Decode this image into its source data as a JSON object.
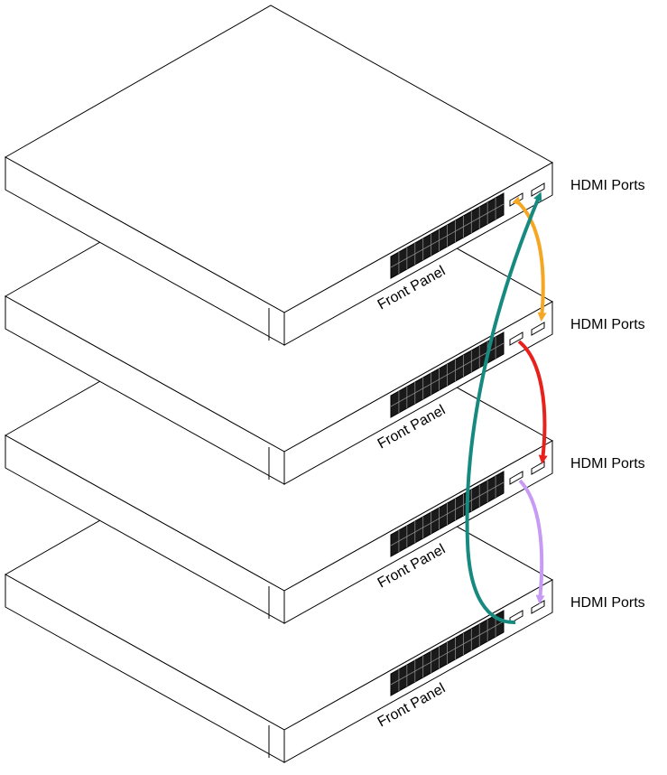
{
  "labels": {
    "hdmi_ports": "HDMI Ports",
    "front_panel": "Front Panel"
  },
  "switches": [
    {
      "hdmi_label": "HDMI Ports",
      "front_label": "Front Panel"
    },
    {
      "hdmi_label": "HDMI Ports",
      "front_label": "Front Panel"
    },
    {
      "hdmi_label": "HDMI Ports",
      "front_label": "Front Panel"
    },
    {
      "hdmi_label": "HDMI Ports",
      "front_label": "Front Panel"
    }
  ],
  "cables": [
    {
      "from": "switch-1",
      "to": "switch-2",
      "color": "#f5a623",
      "name": "orange"
    },
    {
      "from": "switch-2",
      "to": "switch-3",
      "color": "#e8211c",
      "name": "red"
    },
    {
      "from": "switch-3",
      "to": "switch-4",
      "color": "#c79af5",
      "name": "lavender"
    },
    {
      "from": "switch-4",
      "to": "switch-1",
      "color": "#178a80",
      "name": "teal"
    }
  ],
  "colors": {
    "outline": "#000000",
    "port_fill": "#1a1a1a"
  }
}
